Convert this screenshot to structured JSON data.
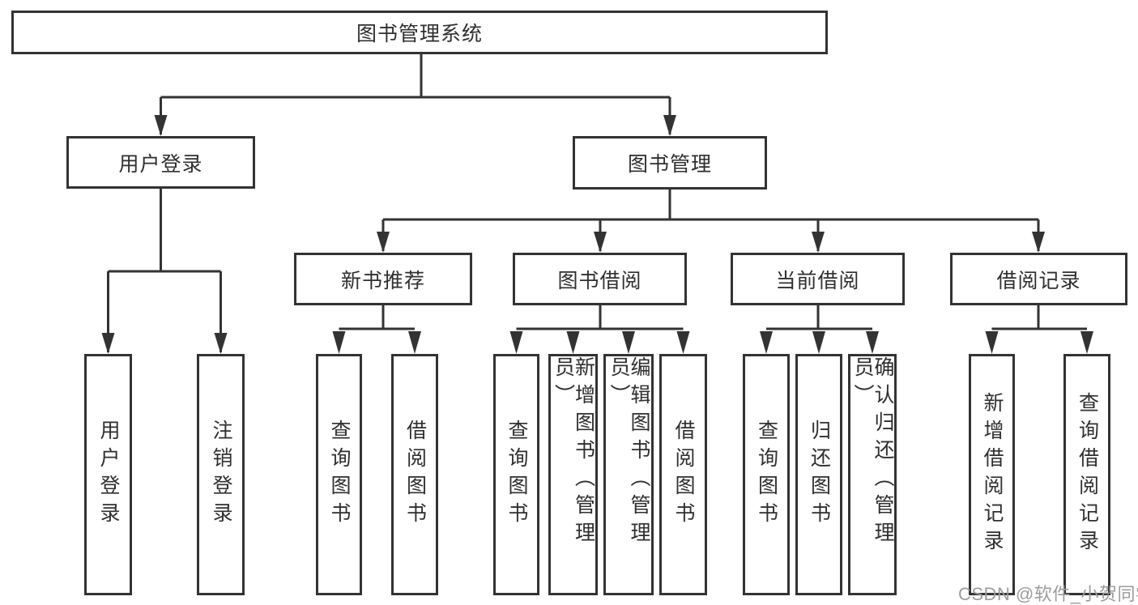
{
  "diagram": {
    "root": {
      "label": "图书管理系统"
    },
    "level2": [
      {
        "label": "用户登录"
      },
      {
        "label": "图书管理"
      }
    ],
    "level3": [
      {
        "label": "新书推荐"
      },
      {
        "label": "图书借阅"
      },
      {
        "label": "当前借阅"
      },
      {
        "label": "借阅记录"
      }
    ],
    "leaves": {
      "login": [
        {
          "label": "用户登录"
        },
        {
          "label": "注销登录"
        }
      ],
      "newbook": [
        {
          "label": "查询图书"
        },
        {
          "label": "借阅图书"
        }
      ],
      "borrow": [
        {
          "label": "查询图书"
        },
        {
          "label": "新增图书（管理员）"
        },
        {
          "label": "编辑图书（管理员）"
        },
        {
          "label": "借阅图书"
        }
      ],
      "current": [
        {
          "label": "查询图书"
        },
        {
          "label": "归还图书"
        },
        {
          "label": "确认归还（管理员）"
        }
      ],
      "records": [
        {
          "label": "新增借阅记录"
        },
        {
          "label": "查询借阅记录"
        }
      ]
    },
    "watermark": "CSDN @软件_小贺同学",
    "colors": {
      "line": "#333333",
      "text": "#2f2f2f",
      "watermark": "#9c9c9c",
      "background": "#ffffff"
    }
  }
}
